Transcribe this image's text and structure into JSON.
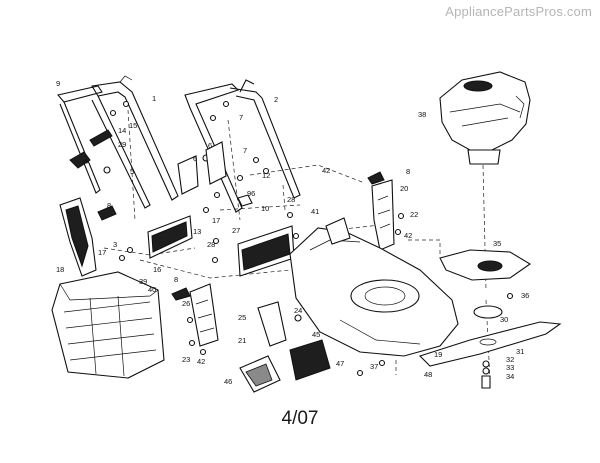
{
  "watermark": "AppliancePartsPros.com",
  "footer": {
    "code": "4/07"
  },
  "callouts": [
    {
      "id": "9",
      "label": "9"
    },
    {
      "id": "1",
      "label": "1"
    },
    {
      "id": "2",
      "label": "2"
    },
    {
      "id": "14",
      "label": "14"
    },
    {
      "id": "15",
      "label": "15"
    },
    {
      "id": "7a",
      "label": "7"
    },
    {
      "id": "29",
      "label": "29"
    },
    {
      "id": "4",
      "label": "4"
    },
    {
      "id": "5",
      "label": "5"
    },
    {
      "id": "6a",
      "label": "6"
    },
    {
      "id": "6b",
      "label": "6"
    },
    {
      "id": "7b",
      "label": "7"
    },
    {
      "id": "38",
      "label": "38"
    },
    {
      "id": "8a",
      "label": "8"
    },
    {
      "id": "8b",
      "label": "8"
    },
    {
      "id": "12",
      "label": "12"
    },
    {
      "id": "96",
      "label": "96"
    },
    {
      "id": "10",
      "label": "10"
    },
    {
      "id": "20",
      "label": "20"
    },
    {
      "id": "22",
      "label": "22"
    },
    {
      "id": "42a",
      "label": "42"
    },
    {
      "id": "42b",
      "label": "42"
    },
    {
      "id": "17a",
      "label": "17"
    },
    {
      "id": "13",
      "label": "13"
    },
    {
      "id": "28a",
      "label": "28"
    },
    {
      "id": "41",
      "label": "41"
    },
    {
      "id": "27",
      "label": "27"
    },
    {
      "id": "28b",
      "label": "28"
    },
    {
      "id": "3",
      "label": "3"
    },
    {
      "id": "17b",
      "label": "17"
    },
    {
      "id": "16",
      "label": "16"
    },
    {
      "id": "18",
      "label": "18"
    },
    {
      "id": "35",
      "label": "35"
    },
    {
      "id": "39",
      "label": "39"
    },
    {
      "id": "40",
      "label": "40"
    },
    {
      "id": "8c",
      "label": "8"
    },
    {
      "id": "36",
      "label": "36"
    },
    {
      "id": "26",
      "label": "26"
    },
    {
      "id": "24",
      "label": "24"
    },
    {
      "id": "25",
      "label": "25"
    },
    {
      "id": "30",
      "label": "30"
    },
    {
      "id": "21",
      "label": "21"
    },
    {
      "id": "45",
      "label": "45"
    },
    {
      "id": "19",
      "label": "19"
    },
    {
      "id": "31",
      "label": "31"
    },
    {
      "id": "23",
      "label": "23"
    },
    {
      "id": "42c",
      "label": "42"
    },
    {
      "id": "47",
      "label": "47"
    },
    {
      "id": "37",
      "label": "37"
    },
    {
      "id": "32",
      "label": "32"
    },
    {
      "id": "33",
      "label": "33"
    },
    {
      "id": "34",
      "label": "34"
    },
    {
      "id": "46",
      "label": "46"
    },
    {
      "id": "48",
      "label": "48"
    }
  ]
}
